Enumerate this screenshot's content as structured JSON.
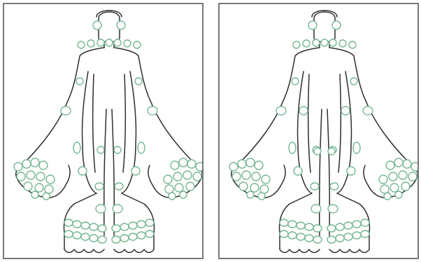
{
  "colors": {
    "outline": "#2e2e2e",
    "marker": "#77b792",
    "frame": "#777777",
    "background": "#ffffff"
  },
  "panels": [
    {
      "id": "left",
      "variant": "standard"
    },
    {
      "id": "right",
      "variant": "with-extra-points"
    }
  ]
}
